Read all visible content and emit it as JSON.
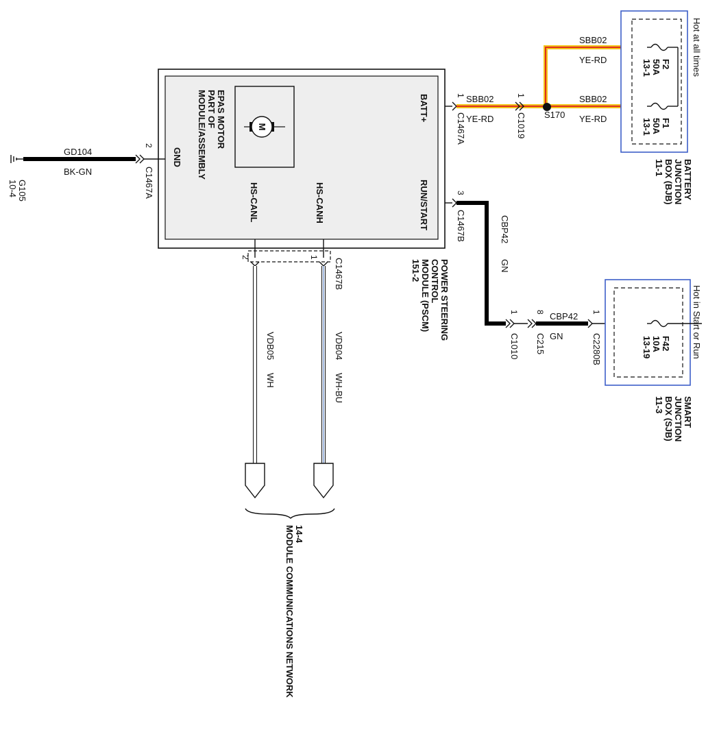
{
  "colors": {
    "wire_yellow": "#f2c418",
    "wire_red": "#e0301e",
    "wire_black": "#000000",
    "box_blue": "#3c5ec8",
    "module_fill": "#eeeeee",
    "wire_light_blue": "#7f9fd6"
  },
  "icons": {
    "motor": "motor-symbol-icon",
    "ground": "ground-symbol-icon",
    "fuse": "fuse-symbol-icon",
    "splice": "splice-dot-icon",
    "connector": "connector-chevron-icon",
    "wire_end": "wire-termination-arrow-icon"
  },
  "pscm": {
    "name_lines": [
      "POWER STEERING",
      "CONTROL",
      "MODULE (PSCM)",
      "151-2"
    ],
    "motor_label": "M",
    "motor_caption": [
      "EPAS MOTOR",
      "PART OF",
      "MODULE/ASSEMBLY"
    ],
    "pins": {
      "gnd": "GND",
      "batt": "BATT+",
      "run_start": "RUN/START",
      "hs_canl": "HS-CANL",
      "hs_canh": "HS-CANH"
    }
  },
  "ground": {
    "circuit": "GD104",
    "color": "BK-GN",
    "pin": "2",
    "connector": "C1467A",
    "ref_name": "G105",
    "ref_page": "10-4"
  },
  "batt_feed": {
    "pin": "1",
    "connector": "C1467A",
    "circuit": "SBB02",
    "color": "YE-RD",
    "inline_pin": "1",
    "inline_connector": "C1019",
    "splice": "S170"
  },
  "bjb": {
    "header": "Hot at all times",
    "name_lines": [
      "BATTERY",
      "JUNCTION",
      "BOX (BJB)",
      "11-1"
    ],
    "fuses": [
      {
        "name": "F2",
        "rating": "50A",
        "ref": "13-1",
        "circuit": "SBB02",
        "color": "YE-RD"
      },
      {
        "name": "F1",
        "rating": "50A",
        "ref": "13-1",
        "circuit": "SBB02",
        "color": "YE-RD"
      }
    ]
  },
  "run_feed": {
    "pin": "3",
    "connector": "C1467B",
    "circuit": "CBP42",
    "color": "GN",
    "c1010_pin": "1",
    "c1010": "C1010",
    "c215_pin": "8",
    "c215": "C215",
    "sjb_pin": "1",
    "sjb_connector": "C2280B",
    "circuit2": "CBP42",
    "color2": "GN"
  },
  "sjb": {
    "header": "Hot in Start or Run",
    "name_lines": [
      "SMART",
      "JUNCTION",
      "BOX (SJB)",
      "11-3"
    ],
    "fuse": {
      "name": "F42",
      "rating": "10A",
      "ref": "13-19"
    }
  },
  "can": {
    "connector": "C1467B",
    "canl_pin": "2",
    "canh_pin": "1",
    "canl_circuit": "VDB05",
    "canl_color": "WH",
    "canh_circuit": "VDB04",
    "canh_color": "WH-BU",
    "network_ref": "14-4",
    "network_name": "MODULE COMMUNICATIONS NETWORK"
  }
}
